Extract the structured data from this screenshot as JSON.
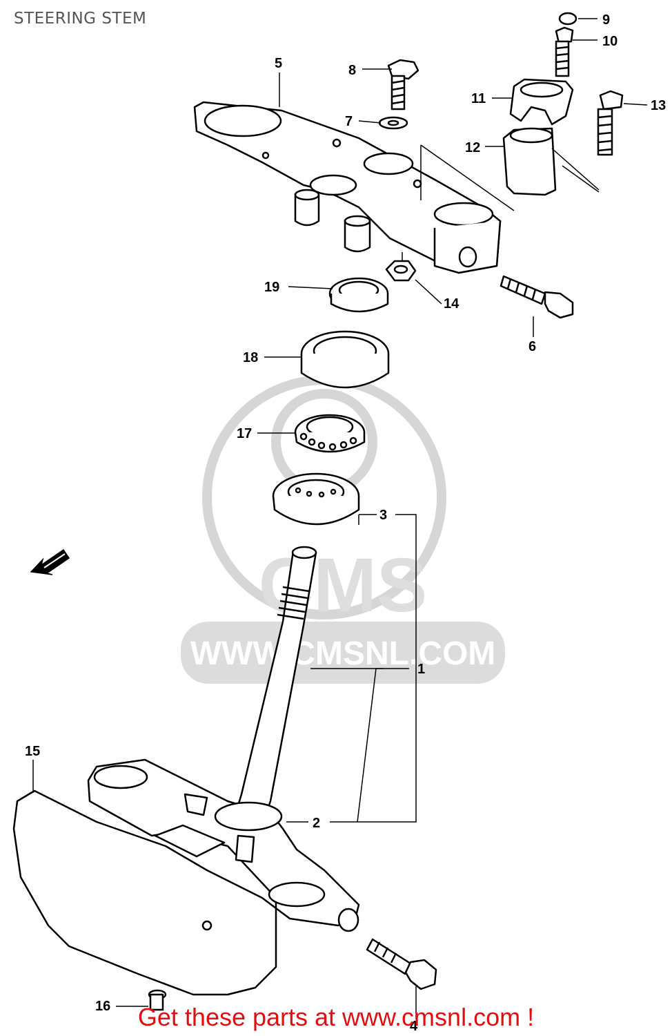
{
  "title": "STEERING STEM",
  "footer": "Get these parts at www.cmsnl.com !",
  "watermark": {
    "brand": "CMS",
    "url": "WWW.CMSNL.COM"
  },
  "callouts": [
    "1",
    "2",
    "3",
    "4",
    "5",
    "6",
    "7",
    "8",
    "9",
    "10",
    "11",
    "12",
    "13",
    "14",
    "15",
    "16",
    "17",
    "18",
    "19"
  ],
  "colors": {
    "ink": "#000000",
    "footer": "#e01010",
    "watermark": "#d8d8d8",
    "title": "#555555"
  },
  "icons": {
    "direction": "front-arrow-icon"
  }
}
